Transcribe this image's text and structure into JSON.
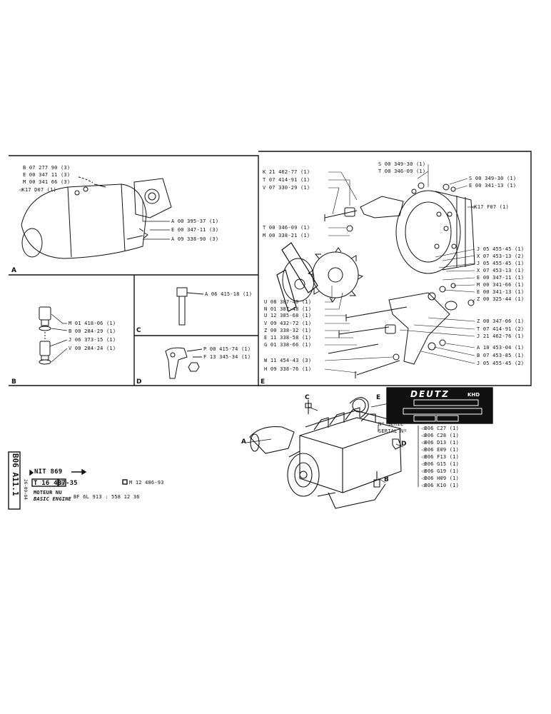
{
  "panel_a": {
    "letter": "A",
    "refs_left": [
      {
        "code": "B 07 277 90",
        "qty": "(3)"
      },
      {
        "code": "E 00 347 11",
        "qty": "(3)"
      },
      {
        "code": "M 00 341 66",
        "qty": "(3)"
      },
      {
        "code": "K17 D07",
        "qty": "(1)"
      }
    ],
    "refs_right": [
      {
        "code": "A 00 395-37",
        "qty": "(1)"
      },
      {
        "code": "E 00 347-11",
        "qty": "(3)"
      },
      {
        "code": "A 09 338-90",
        "qty": "(3)"
      }
    ]
  },
  "panel_b": {
    "letter": "B",
    "refs": [
      {
        "code": "M 01 418-06",
        "qty": "(1)"
      },
      {
        "code": "B 00 284-29",
        "qty": "(1)"
      },
      {
        "code": "J 06 373-15",
        "qty": "(1)"
      },
      {
        "code": "V 00 284-24",
        "qty": "(1)"
      }
    ]
  },
  "panel_c": {
    "letter": "C",
    "refs": [
      {
        "code": "A 06 415-18",
        "qty": "(1)"
      }
    ]
  },
  "panel_d": {
    "letter": "D",
    "refs": [
      {
        "code": "P 00 415-74",
        "qty": "(1)"
      },
      {
        "code": "F 13 345-34",
        "qty": "(1)"
      }
    ]
  },
  "panel_e": {
    "letter": "E",
    "refs_top_left": [
      {
        "code": "K 21 462-77",
        "qty": "(1)"
      },
      {
        "code": "T 07 414-91",
        "qty": "(1)"
      },
      {
        "code": "V 07 330-29",
        "qty": "(1)"
      }
    ],
    "refs_top_right": [
      {
        "code": "S 00 349-30",
        "qty": "(1)"
      },
      {
        "code": "T 00 346-09",
        "qty": "(1)"
      }
    ],
    "refs_right_top": [
      {
        "code": "S 00 349-30",
        "qty": "(1)"
      },
      {
        "code": "E 00 341-13",
        "qty": "(1)"
      }
    ],
    "k17_f07": "K17 F07 (1)",
    "refs_mid_left": [
      {
        "code": "T 00 346-09",
        "qty": "(1)"
      },
      {
        "code": "M 00 338-21",
        "qty": "(1)"
      }
    ],
    "refs_right": [
      {
        "code": "J 05 455-45",
        "qty": "(1)"
      },
      {
        "code": "X 07 453-13",
        "qty": "(2)"
      },
      {
        "code": "J 05 455-45",
        "qty": "(1)"
      },
      {
        "code": "X 07 453-13",
        "qty": "(1)"
      },
      {
        "code": "E 00 347-11",
        "qty": "(1)"
      },
      {
        "code": "M 00 341-66",
        "qty": "(1)"
      },
      {
        "code": "E 00 341-13",
        "qty": "(1)"
      },
      {
        "code": "Z 00 325-44",
        "qty": "(1)"
      },
      {
        "code": "Z 00 347-06",
        "qty": "(1)"
      },
      {
        "code": "T 07 414-91",
        "qty": "(2)"
      },
      {
        "code": "J 21 462-76",
        "qty": "(1)"
      },
      {
        "code": "A 10 453-04",
        "qty": "(1)"
      },
      {
        "code": "B 07 453-85",
        "qty": "(1)"
      },
      {
        "code": "J 05 455-45",
        "qty": "(2)"
      }
    ],
    "refs_left": [
      {
        "code": "U 08 387-40",
        "qty": "(1)"
      },
      {
        "code": "N 01 387-48",
        "qty": "(1)"
      },
      {
        "code": "U 12 385-68",
        "qty": "(1)"
      },
      {
        "code": "V 09 432-72",
        "qty": "(1)"
      },
      {
        "code": "Z 00 338-32",
        "qty": "(1)"
      },
      {
        "code": "E 11 338-58",
        "qty": "(1)"
      },
      {
        "code": "G 01 338-66",
        "qty": "(1)"
      }
    ],
    "refs_bottom": [
      {
        "code": "W 11 454-43",
        "qty": "(3)"
      },
      {
        "code": "H 09 338-76",
        "qty": "(1)"
      }
    ]
  },
  "nameplate": {
    "brand": "DEUTZ",
    "sub": "KHD",
    "serial_fr": "Nº SERIE",
    "serial_en": "SERIAL Nº"
  },
  "variants": [
    {
      "code": "B06",
      "suffix": "C27",
      "qty": "(1)"
    },
    {
      "code": "B06",
      "suffix": "C28",
      "qty": "(1)"
    },
    {
      "code": "B06",
      "suffix": "D13",
      "qty": "(1)"
    },
    {
      "code": "B06",
      "suffix": "E09",
      "qty": "(1)"
    },
    {
      "code": "B06",
      "suffix": "F13",
      "qty": "(1)"
    },
    {
      "code": "B06",
      "suffix": "G15",
      "qty": "(1)"
    },
    {
      "code": "B06",
      "suffix": "G19",
      "qty": "(1)"
    },
    {
      "code": "B06",
      "suffix": "H09",
      "qty": "(1)"
    },
    {
      "code": "B06",
      "suffix": "K10",
      "qty": "(1)"
    }
  ],
  "engine_labels": {
    "a": "A",
    "b": "B",
    "c": "C",
    "d": "D",
    "e": "E"
  },
  "title_block": {
    "ref_vertical": "B06 A11.1",
    "date_vertical": "26-09-84",
    "nit": "NIT 869",
    "part_no": "T 16 437-35",
    "alt_part": "M 12 486-93",
    "title_fr": "MOTEUR NU",
    "title_en": "BASIC ENGINE",
    "model": "BF 6L 913  :  558 12 36"
  }
}
